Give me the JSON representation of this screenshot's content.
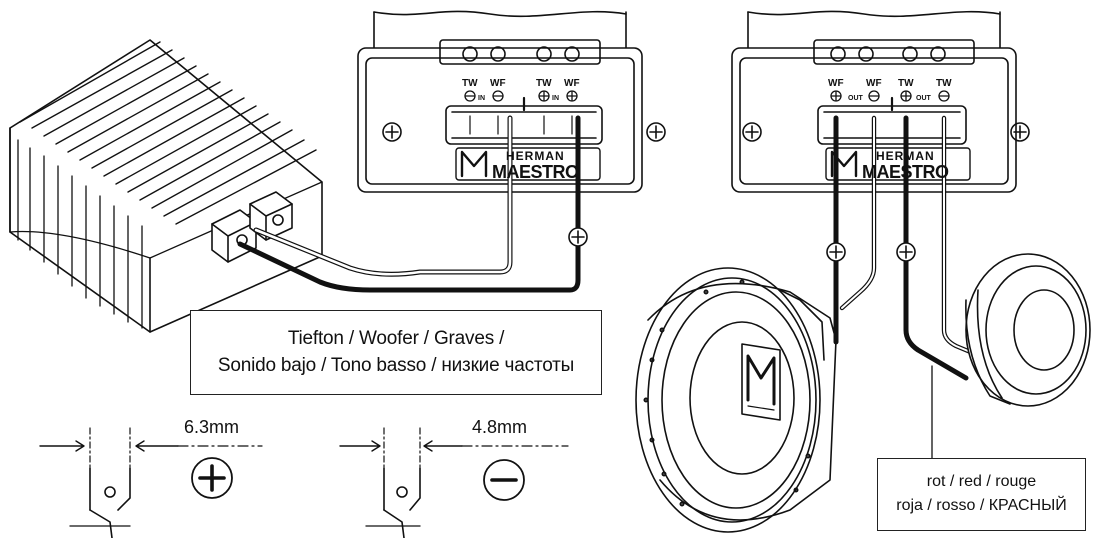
{
  "label_woofer": {
    "line1": "Tiefton / Woofer / Graves /",
    "line2": "Sonido bajo / Tono basso / низкие частоты"
  },
  "label_red": {
    "line1": "rot / red / rouge",
    "line2": "roja / rosso / КРАСНЫЙ"
  },
  "crossover_in": {
    "terminals": [
      "TW",
      "WF",
      "TW",
      "WF"
    ],
    "port_label": "IN",
    "brand_top": "HERMAN",
    "brand_main": "MAESTRO"
  },
  "crossover_out": {
    "terminals": [
      "WF",
      "WF",
      "TW",
      "TW"
    ],
    "port_label": "OUT",
    "brand_top": "HERMAN",
    "brand_main": "MAESTRO"
  },
  "connector_dims": {
    "plus_width": "6.3mm",
    "minus_width": "4.8mm"
  },
  "speaker_badge": "M",
  "colors": {
    "line": "#111111",
    "wire_positive": "#111111",
    "background": "#ffffff"
  }
}
